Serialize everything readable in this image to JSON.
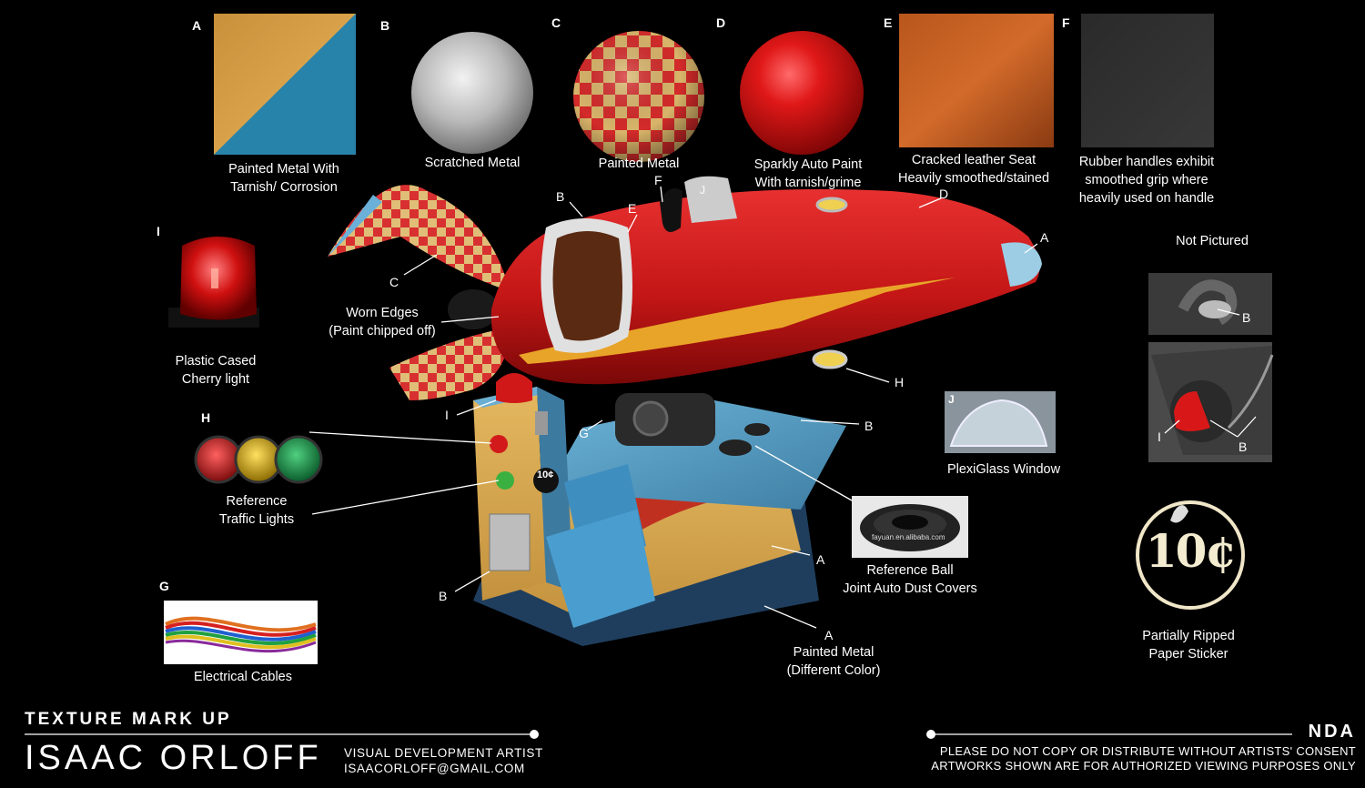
{
  "swatches": {
    "a": {
      "letter": "A",
      "caption_1": "Painted Metal With",
      "caption_2": "Tarnish/ Corrosion"
    },
    "b": {
      "letter": "B",
      "caption_1": "Scratched Metal"
    },
    "c": {
      "letter": "C",
      "caption_1": "Painted Metal"
    },
    "d": {
      "letter": "D",
      "caption_1": "Sparkly Auto Paint",
      "caption_2": "With tarnish/grime"
    },
    "e": {
      "letter": "E",
      "caption_1": "Cracked leather Seat",
      "caption_2": "Heavily smoothed/stained"
    },
    "f": {
      "letter": "F",
      "caption_1": "Rubber handles exhibit",
      "caption_2": "smoothed grip where",
      "caption_3": "heavily used on handle"
    }
  },
  "refs": {
    "cherry": {
      "letter": "I",
      "caption_1": "Plastic Cased",
      "caption_2": "Cherry light"
    },
    "traffic": {
      "letter": "H",
      "caption_1": "Reference",
      "caption_2": "Traffic Lights"
    },
    "cables": {
      "letter": "G",
      "caption_1": "Electrical Cables"
    },
    "plexi": {
      "letter": "J",
      "caption_1": "PlexiGlass Window"
    },
    "dust": {
      "caption_1": "Reference Ball",
      "caption_2": "Joint Auto Dust Covers",
      "watermark": "fayuan.en.alibaba.com"
    },
    "not_pictured": {
      "title": "Not Pictured",
      "b1": "B",
      "b2": "B",
      "i": "I"
    },
    "sticker": {
      "text": "10¢",
      "caption_1": "Partially Ripped",
      "caption_2": "Paper Sticker"
    }
  },
  "callouts": {
    "b_seat": "B",
    "f_handle": "F",
    "e_seat": "E",
    "j_window": "J",
    "d_body": "D",
    "a_nose": "A",
    "c_wing": "C",
    "worn_1": "Worn Edges",
    "worn_2": "(Paint chipped off)",
    "h_light": "H",
    "i_light": "I",
    "g_cable": "G",
    "b_base": "B",
    "a_base": "A",
    "b_panel": "B",
    "a_bottom": "A",
    "a_bottom_1": "Painted Metal",
    "a_bottom_2": "(Different Color)",
    "coin_sticker": "10¢"
  },
  "footer": {
    "title": "TEXTURE MARK UP",
    "name": "ISAAC ORLOFF",
    "role": "VISUAL DEVELOPMENT ARTIST",
    "email": "ISAACORLOFF@GMAIL.COM",
    "nda_title": "NDA",
    "nda_line_1": "PLEASE DO NOT COPY OR DISTRIBUTE WITHOUT ARTISTS' CONSENT",
    "nda_line_2": "ARTWORKS SHOWN ARE FOR AUTHORIZED VIEWING PURPOSES ONLY"
  },
  "colors": {
    "background": "#000000",
    "rocket_red": "#c81a1a",
    "checker_gold": "#d8b060",
    "base_blue": "#5aa0c8",
    "stripe_gold": "#e0a030"
  }
}
